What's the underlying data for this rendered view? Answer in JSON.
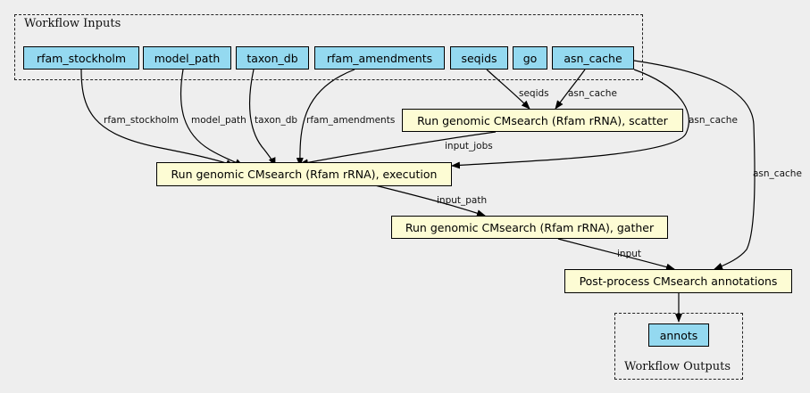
{
  "clusters": {
    "inputs_label": "Workflow Inputs",
    "outputs_label": "Workflow Outputs"
  },
  "inputs": {
    "rfam_stockholm": "rfam_stockholm",
    "model_path": "model_path",
    "taxon_db": "taxon_db",
    "rfam_amendments": "rfam_amendments",
    "seqids": "seqids",
    "go": "go",
    "asn_cache": "asn_cache"
  },
  "steps": {
    "scatter": "Run genomic CMsearch (Rfam rRNA), scatter",
    "execution": "Run genomic CMsearch (Rfam rRNA), execution",
    "gather": "Run genomic CMsearch (Rfam rRNA), gather",
    "post": "Post-process CMsearch annotations"
  },
  "outputs": {
    "annots": "annots"
  },
  "edge_labels": {
    "rfam_stockholm": "rfam_stockholm",
    "model_path": "model_path",
    "taxon_db": "taxon_db",
    "rfam_amendments": "rfam_amendments",
    "seqids": "seqids",
    "asn_cache_scatter": "asn_cache",
    "asn_cache_exec": "asn_cache",
    "asn_cache_post": "asn_cache",
    "input_jobs": "input_jobs",
    "input_path": "input_path",
    "input": "input"
  },
  "colors": {
    "input_fill": "#94d9f0",
    "step_fill": "#fdfcd4",
    "background": "#eeeeee"
  }
}
